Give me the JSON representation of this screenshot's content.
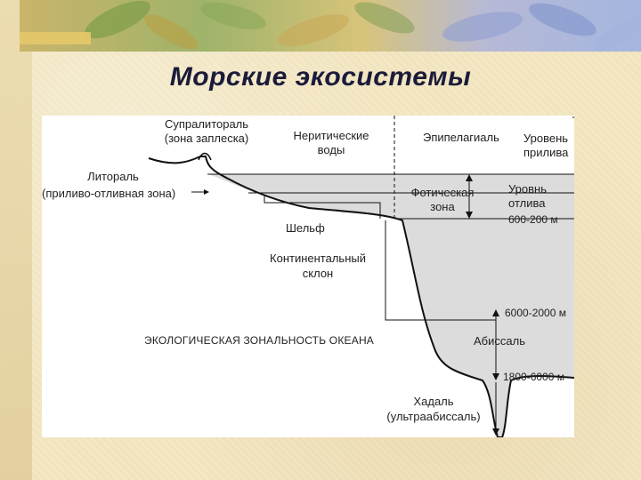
{
  "slide": {
    "title": "Морские экосистемы"
  },
  "diagram": {
    "labels": {
      "supralittoral_1": "Супралитораль",
      "supralittoral_2": "(зона заплеска)",
      "neritic_1": "Неритические",
      "neritic_2": "воды",
      "epipelagial": "Эпипелагиаль",
      "high_tide_1": "Уровень",
      "high_tide_2": "прилива",
      "littoral_1": "Литораль",
      "littoral_2": "(приливо-отливная зона)",
      "photic_1": "Фотическая",
      "photic_2": "зона",
      "low_tide_1": "Уровнь",
      "low_tide_2": "отлива",
      "depth_1": "600-200 м",
      "shelf": "Шельф",
      "slope_1": "Континентальный",
      "slope_2": "склон",
      "depth_2": "6000-2000 м",
      "zonation": "ЭКОЛОГИЧЕСКАЯ ЗОНАЛЬНОСТЬ ОКЕАНА",
      "abyssal": "Абиссаль",
      "depth_3": "1800-6000 м",
      "hadal_1": "Хадаль",
      "hadal_2": "(ультраабиссаль)"
    },
    "colors": {
      "water": "#dcdcdc",
      "line": "#111111"
    }
  }
}
